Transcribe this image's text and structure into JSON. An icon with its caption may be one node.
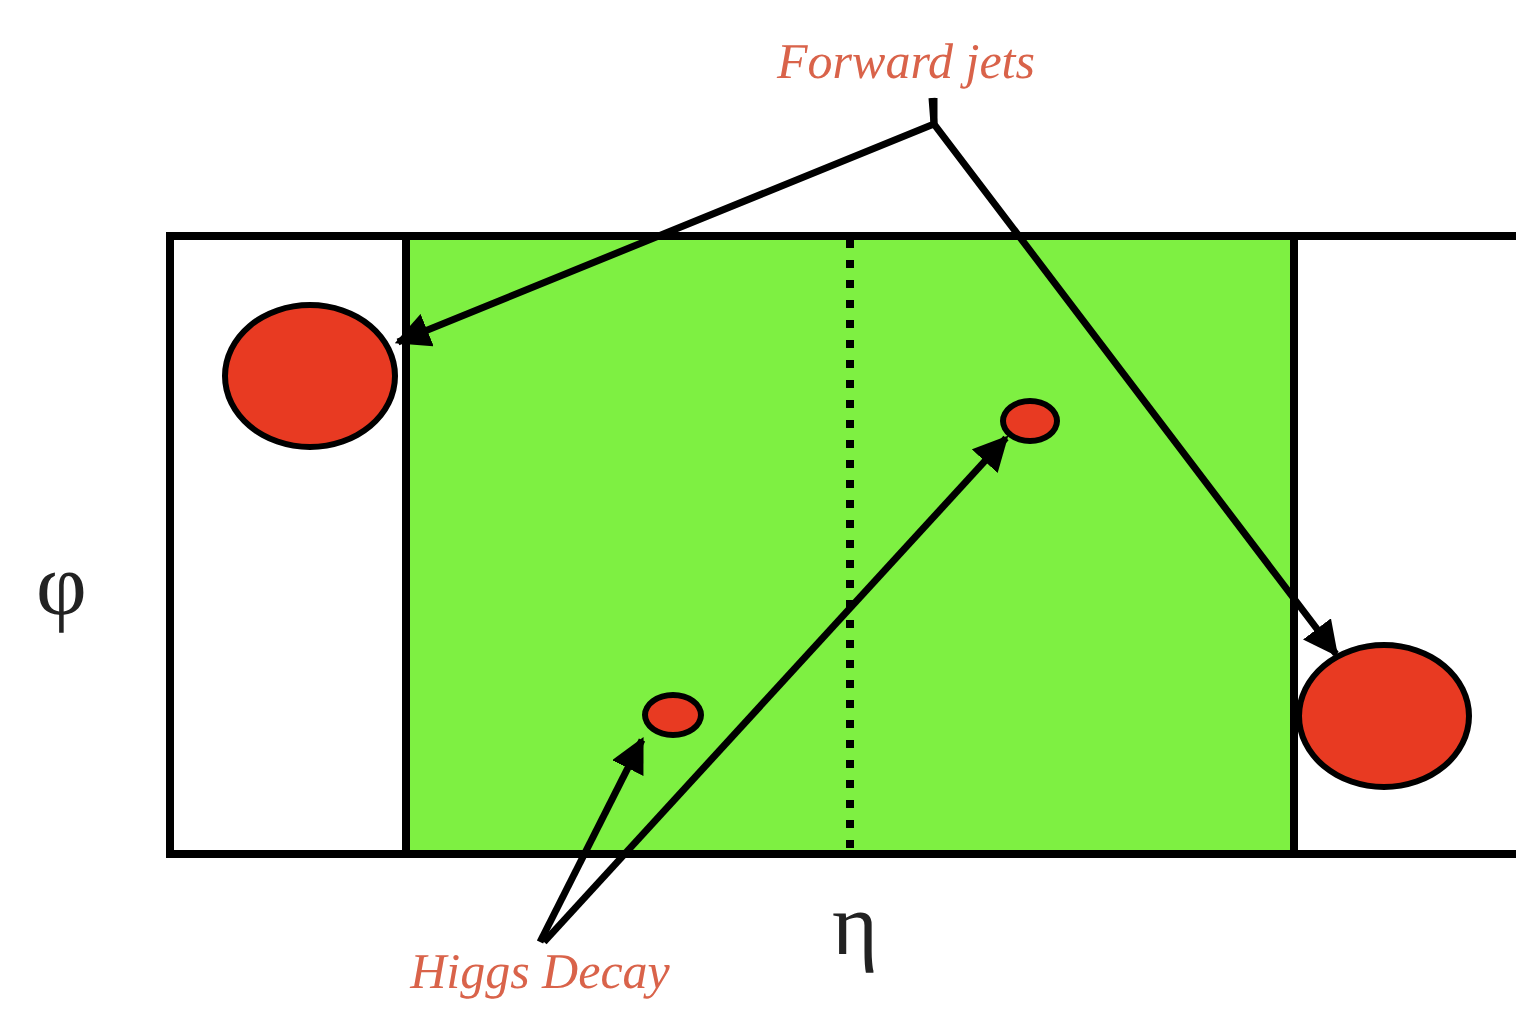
{
  "diagram": {
    "nodes": [
      {
        "text": [
          "Forward jets"
        ]
      },
      {
        "text": [
          "Higgs Decay"
        ]
      },
      {
        "text": [],
        "shape": "circle"
      },
      {
        "text": [],
        "shape": "circle"
      },
      {
        "text": [],
        "shape": "circle"
      },
      {
        "text": [],
        "shape": "circle"
      }
    ],
    "edges": [
      {
        "from": 0,
        "to": 2,
        "arrow": "to"
      },
      {
        "from": 0,
        "to": 3,
        "arrow": "to"
      },
      {
        "from": 1,
        "to": 4,
        "arrow": "to"
      },
      {
        "from": 1,
        "to": 5,
        "arrow": "to"
      }
    ],
    "labels": [
      "φ",
      "η"
    ]
  }
}
